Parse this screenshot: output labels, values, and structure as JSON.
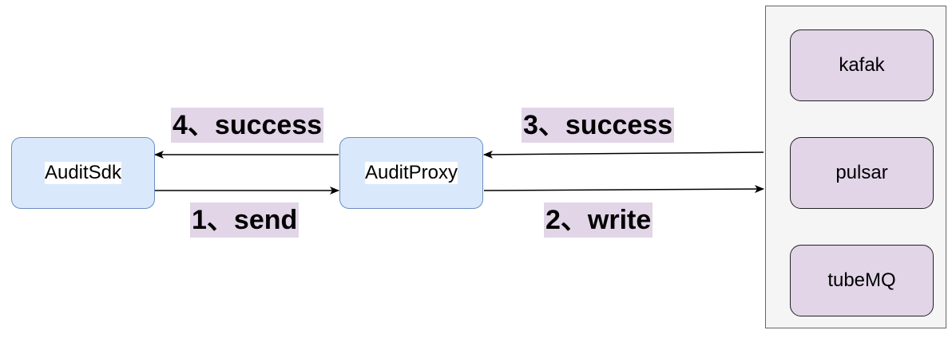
{
  "nodes": {
    "sdk": "AuditSdk",
    "proxy": "AuditProxy",
    "kafka": "kafak",
    "pulsar": "pulsar",
    "tubemq": "tubeMQ"
  },
  "labels": {
    "step1": "1、send",
    "step2": "2、write",
    "step3": "3、success",
    "step4": "4、success"
  }
}
